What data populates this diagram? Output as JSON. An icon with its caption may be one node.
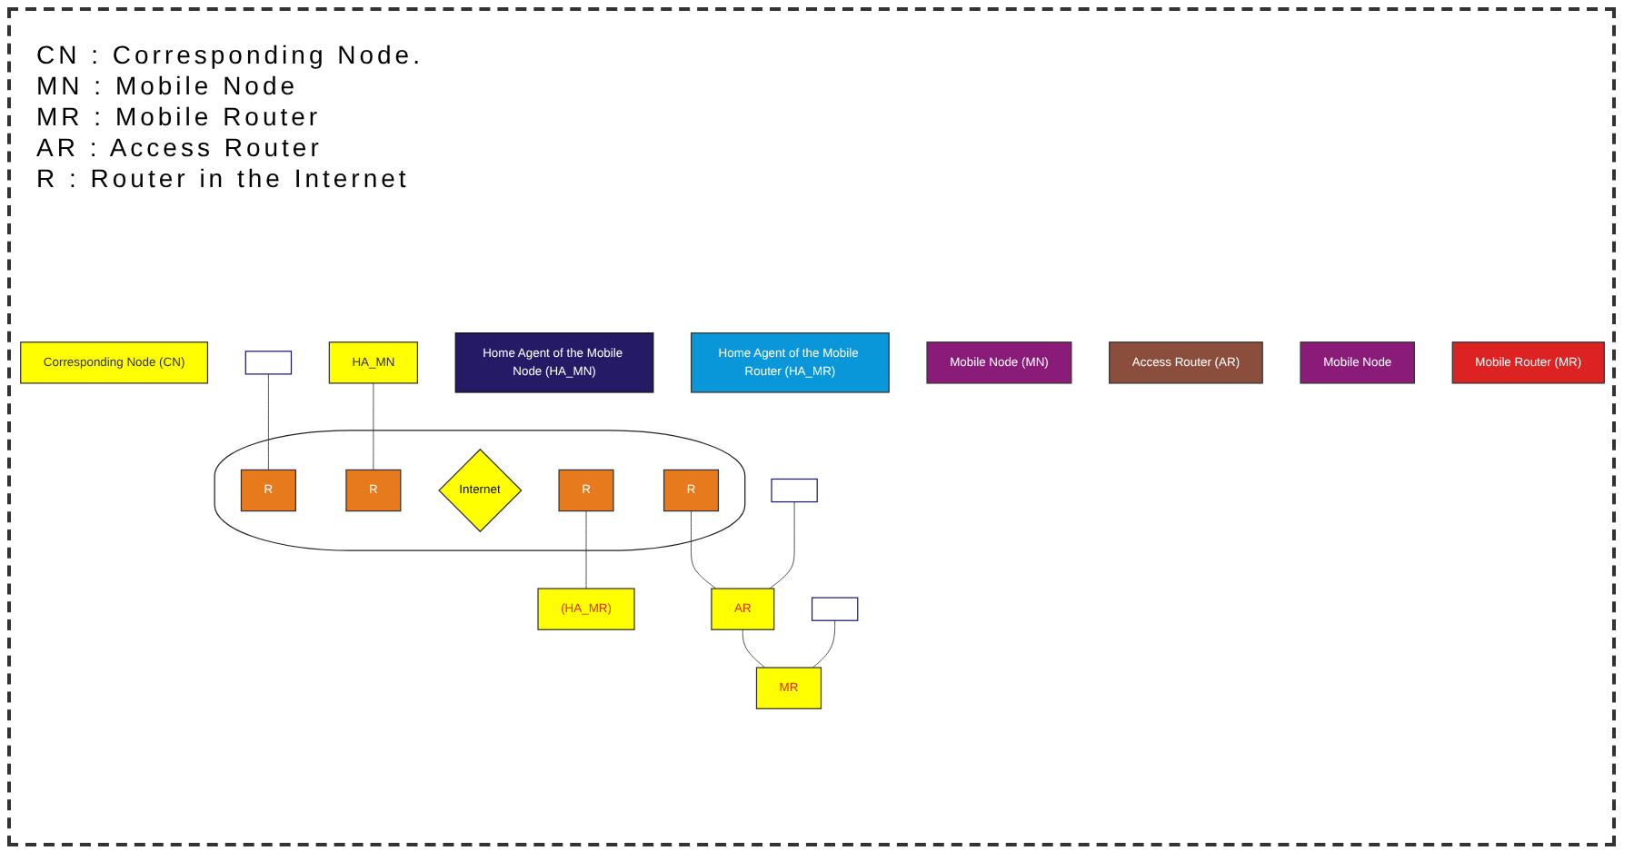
{
  "diagram": {
    "nodes": [
      {
        "text": [
          "Corresponding Node (CN)"
        ]
      },
      {
        "text": [],
        "shape": "box"
      },
      {
        "text": [
          "HA_MN"
        ]
      },
      {
        "text": [
          "Home Agent of the Mobile Node (HA_MN)"
        ]
      },
      {
        "text": [],
        "shape": "ellipse"
      },
      {
        "text": [
          "R"
        ],
        "in": 4
      },
      {
        "text": [
          "R"
        ],
        "in": 4
      },
      {
        "text": [
          "Internet"
        ],
        "in": 4
      },
      {
        "text": [
          "R"
        ],
        "in": 4
      },
      {
        "text": [
          "R"
        ],
        "in": 4
      },
      {
        "text": [
          "Home Agent of the Mobile Router (HA_MR)"
        ]
      },
      {
        "text": [
          "Mobile Node (MN)"
        ]
      },
      {
        "text": [],
        "shape": "box"
      },
      {
        "text": [
          "AR"
        ]
      },
      {
        "text": [
          "Access Router (AR)"
        ]
      },
      {
        "text": [
          "(HA_MR)"
        ]
      },
      {
        "text": [
          "Mobile Node"
        ]
      },
      {
        "text": [],
        "shape": "box"
      },
      {
        "text": [
          "MR"
        ]
      },
      {
        "text": [
          "Mobile Router (MR)"
        ]
      }
    ],
    "edges": [
      {
        "from": 1,
        "to": 5,
        "arrow": "none"
      },
      {
        "from": 2,
        "to": 6,
        "arrow": "none"
      },
      {
        "from": 8,
        "to": 15,
        "arrow": "none"
      },
      {
        "from": 9,
        "to": 13,
        "arrow": "none"
      },
      {
        "from": 12,
        "to": 13,
        "arrow": "none"
      },
      {
        "from": 13,
        "to": 18,
        "arrow": "none"
      },
      {
        "from": 17,
        "to": 18,
        "arrow": "none"
      }
    ],
    "labels": [
      "CN : Corresponding Node.",
      "MN : Mobile Node",
      "MR : Mobile Router",
      "AR : Access Router",
      "R : Router in the Internet"
    ]
  }
}
